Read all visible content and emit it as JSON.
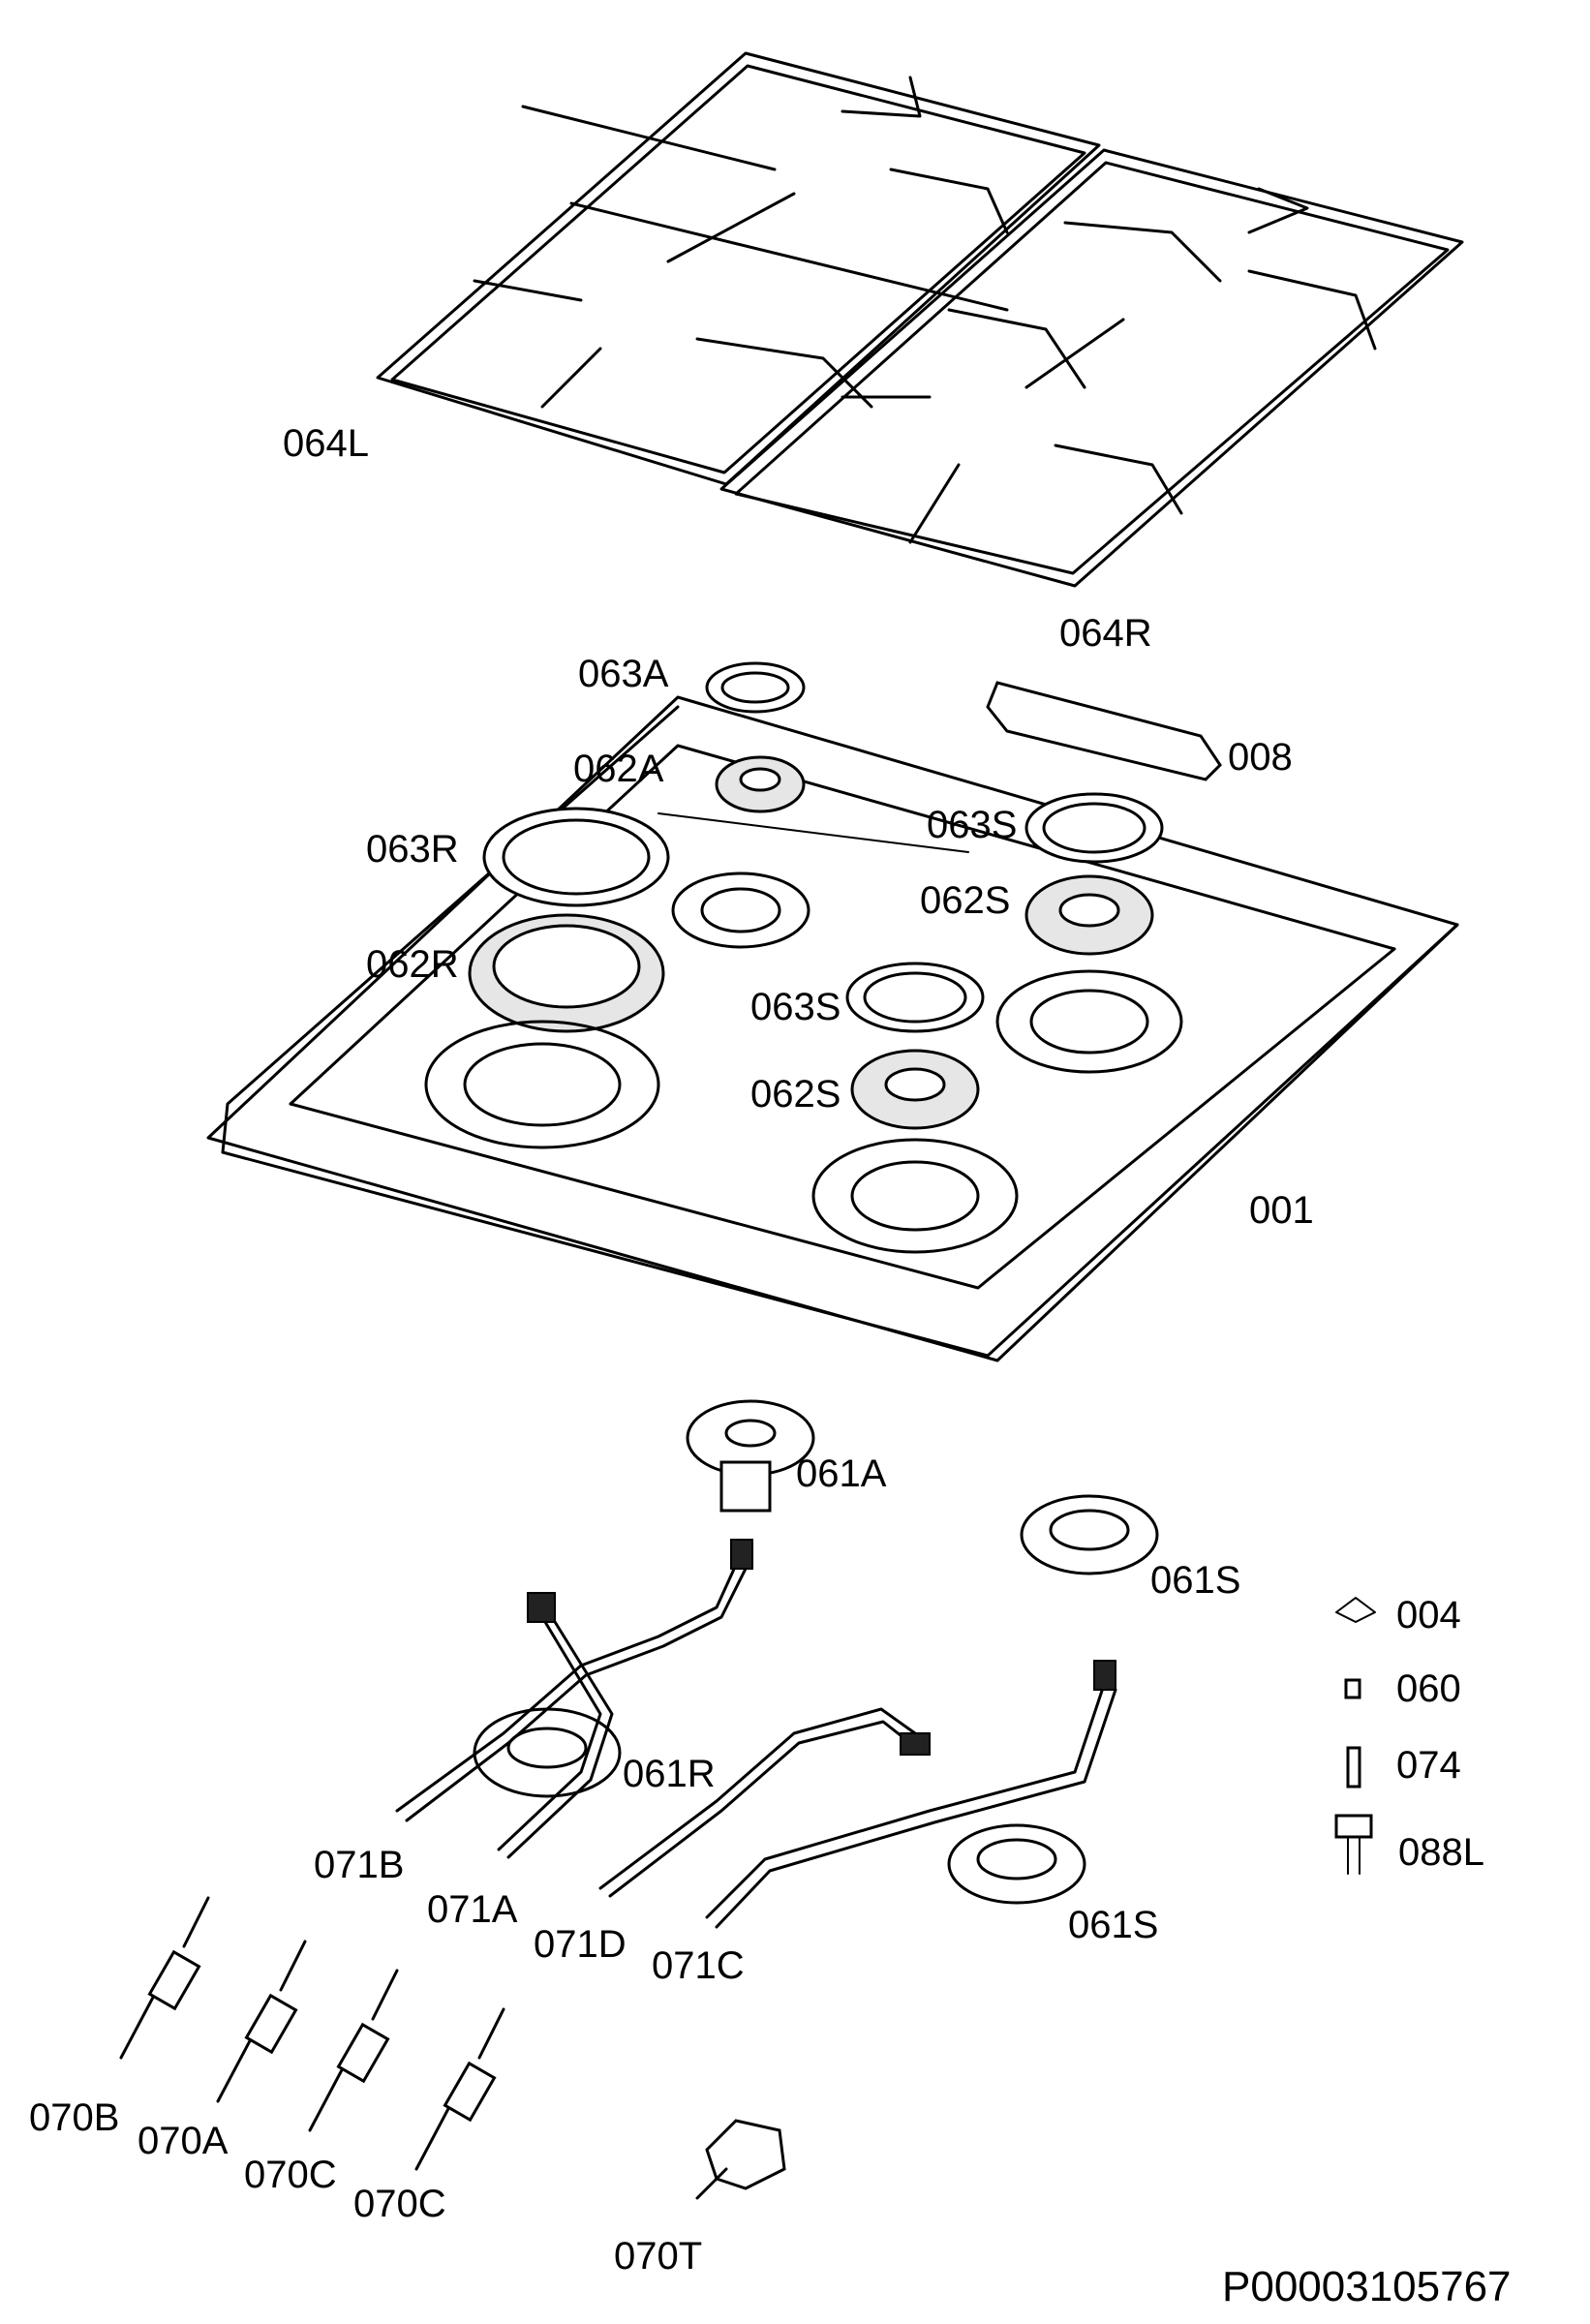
{
  "diagram": {
    "labels": {
      "p064L": "064L",
      "p064R": "064R",
      "p063A": "063A",
      "p008": "008",
      "p062A": "062A",
      "p063R": "063R",
      "p063S_top": "063S",
      "p062S_top": "062S",
      "p062R": "062R",
      "p063S_mid": "063S",
      "p062S_mid": "062S",
      "p001": "001",
      "p061A": "061A",
      "p061S_top": "061S",
      "p004": "004",
      "p060": "060",
      "p074": "074",
      "p088L": "088L",
      "p061R": "061R",
      "p071B": "071B",
      "p071A": "071A",
      "p071D": "071D",
      "p071C": "071C",
      "p061S_bot": "061S",
      "p070B": "070B",
      "p070A": "070A",
      "p070C_1": "070C",
      "p070C_2": "070C",
      "p070T": "070T"
    },
    "document_id": "P00003105767"
  }
}
